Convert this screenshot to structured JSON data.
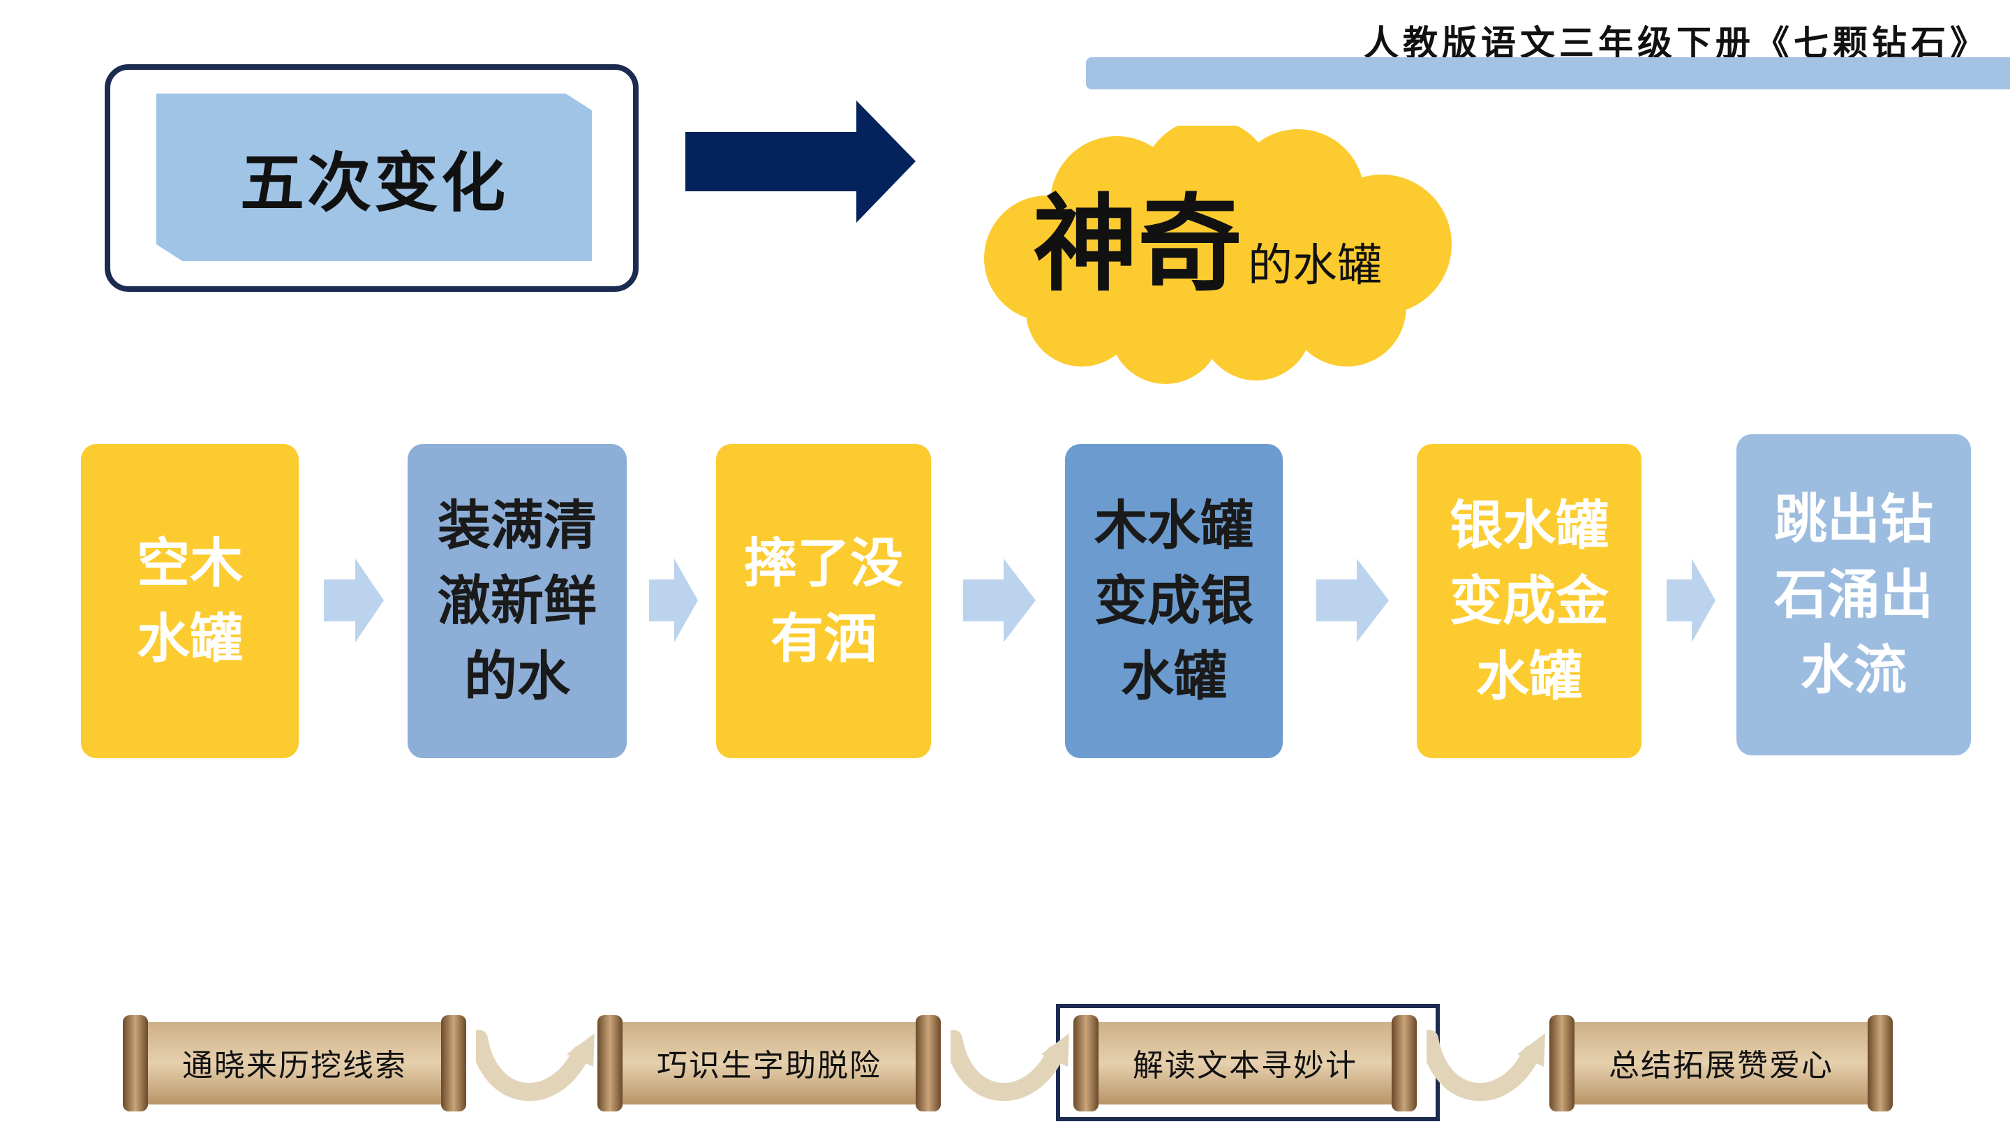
{
  "header": {
    "title": "人教版语文三年级下册《七颗钻石》"
  },
  "section_box": {
    "label": "五次变化"
  },
  "cloud": {
    "emphasis": "神奇",
    "rest": "的水罐"
  },
  "flow_steps": [
    {
      "text": "空木\n水罐",
      "color": "#fccb2f"
    },
    {
      "text": "装满清\n澈新鲜\n的水",
      "color": "#8caed7"
    },
    {
      "text": "摔了没\n有洒",
      "color": "#fccb2f"
    },
    {
      "text": "木水罐\n变成银\n水罐",
      "color": "#6c9ccf"
    },
    {
      "text": "银水罐\n变成金\n水罐",
      "color": "#fccb2f"
    },
    {
      "text": "跳出钻\n石涌出\n水流",
      "color": "#9cbde0"
    }
  ],
  "nav_steps": [
    {
      "label": "通晓来历挖线索",
      "active": false
    },
    {
      "label": "巧识生字助脱险",
      "active": false
    },
    {
      "label": "解读文本寻妙计",
      "active": true
    },
    {
      "label": "总结拓展赞爱心",
      "active": false
    }
  ],
  "colors": {
    "navy": "#1c2b50",
    "accent_yellow": "#fccb2f",
    "light_blue": "#a4c2e3",
    "arrow_blue": "#bcd3ee",
    "parchment": "#d9bf96"
  },
  "icons": [
    "right-arrow-icon",
    "cloud-shape",
    "scroll-icon",
    "curved-arrow-icon"
  ]
}
